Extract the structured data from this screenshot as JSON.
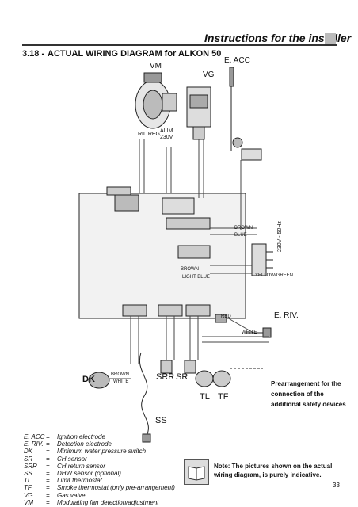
{
  "header": {
    "title": "Instructions for the installer"
  },
  "section": {
    "number": "3.18 -",
    "title": "ACTUAL WIRING DIAGRAM for ALKON 50"
  },
  "labels": {
    "vm": "VM",
    "vg": "VG",
    "eacc": "E. ACC",
    "rilreg": "RIL.REG.",
    "alim": "ALIM.",
    "v230": "230V",
    "dk": "DK",
    "srr": "SRR",
    "sr": "SR",
    "tl": "TL",
    "tf": "TF",
    "ss": "SS",
    "eriv": "E. RIV.",
    "v230_50hz": "230V - 50Hz",
    "brown": "BROWN",
    "blue": "BLUE",
    "white": "WHITE",
    "red": "RED",
    "lightblue": "LIGHT BLUE",
    "yellowgreen": "YELLOW/GREEN",
    "brown_dk": "BROWN",
    "white_dk": "WHITE"
  },
  "prearrangement": {
    "line1": "Prearrangement for the",
    "line2": "connection of the",
    "line3": "additional safety devices"
  },
  "legend": [
    {
      "code": "E. ACC",
      "eq": "=",
      "desc": "Ignition electrode"
    },
    {
      "code": "E. RIV.",
      "eq": "=",
      "desc": "Detection electrode"
    },
    {
      "code": "DK",
      "eq": "=",
      "desc": "Minimum water pressure switch"
    },
    {
      "code": "SR",
      "eq": "=",
      "desc": "CH sensor"
    },
    {
      "code": "SRR",
      "eq": "=",
      "desc": "CH return sensor"
    },
    {
      "code": "SS",
      "eq": "=",
      "desc": "DHW sensor (optional)"
    },
    {
      "code": "TL",
      "eq": "=",
      "desc": "Limit thermostat"
    },
    {
      "code": "TF",
      "eq": "=",
      "desc": "Smoke thermostat (only pre-arrangement)"
    },
    {
      "code": "VG",
      "eq": "=",
      "desc": "Gas valve"
    },
    {
      "code": "VM",
      "eq": "=",
      "desc": "Modulating fan detection/adjustment"
    }
  ],
  "note": {
    "line1": "Note: The pictures shown on the actual",
    "line2": "wiring diagram, is purely indicative."
  },
  "page_number": "33"
}
